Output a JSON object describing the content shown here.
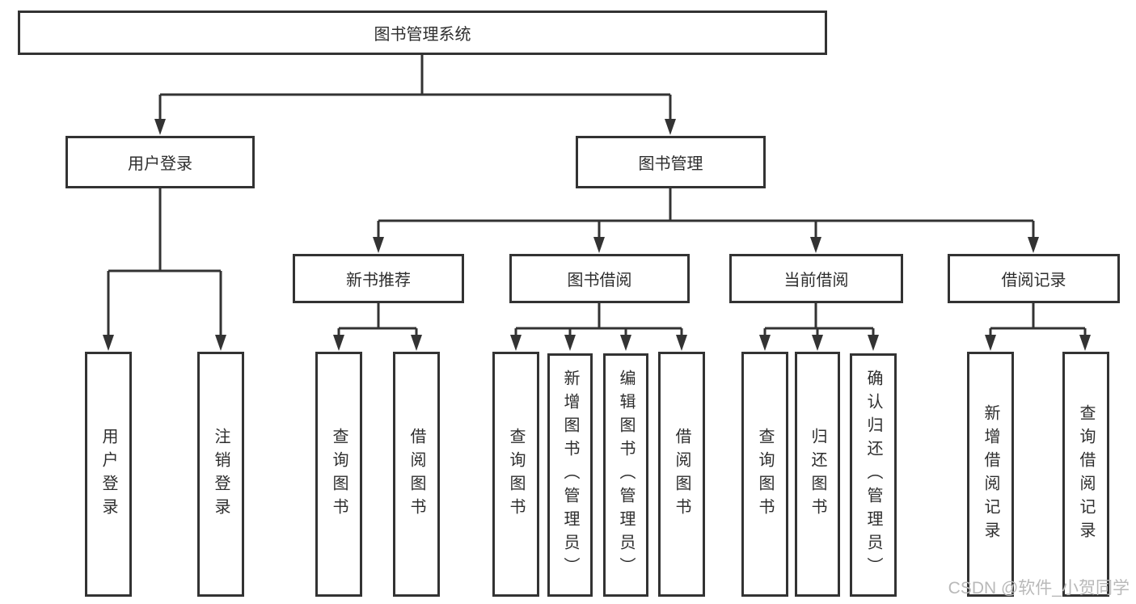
{
  "diagram": {
    "title": "图书管理系统",
    "level2": [
      {
        "label": "用户登录"
      },
      {
        "label": "图书管理"
      }
    ],
    "level3": [
      {
        "label": "新书推荐"
      },
      {
        "label": "图书借阅"
      },
      {
        "label": "当前借阅"
      },
      {
        "label": "借阅记录"
      }
    ],
    "leaves": {
      "user": [
        "用户登录",
        "注销登录"
      ],
      "newbook": [
        "查询图书",
        "借阅图书"
      ],
      "borrow": [
        "查询图书",
        "新增图书（管理员）",
        "编辑图书（管理员）",
        "借阅图书"
      ],
      "current": [
        "查询图书",
        "归还图书",
        "确认归还（管理员）"
      ],
      "records": [
        "新增借阅记录",
        "查询借阅记录"
      ]
    }
  },
  "watermark": "CSDN @软件_小贺同学",
  "colors": {
    "line": "#333333",
    "text": "#2e2e2e",
    "watermark": "#b9b9b9",
    "background": "#ffffff"
  }
}
